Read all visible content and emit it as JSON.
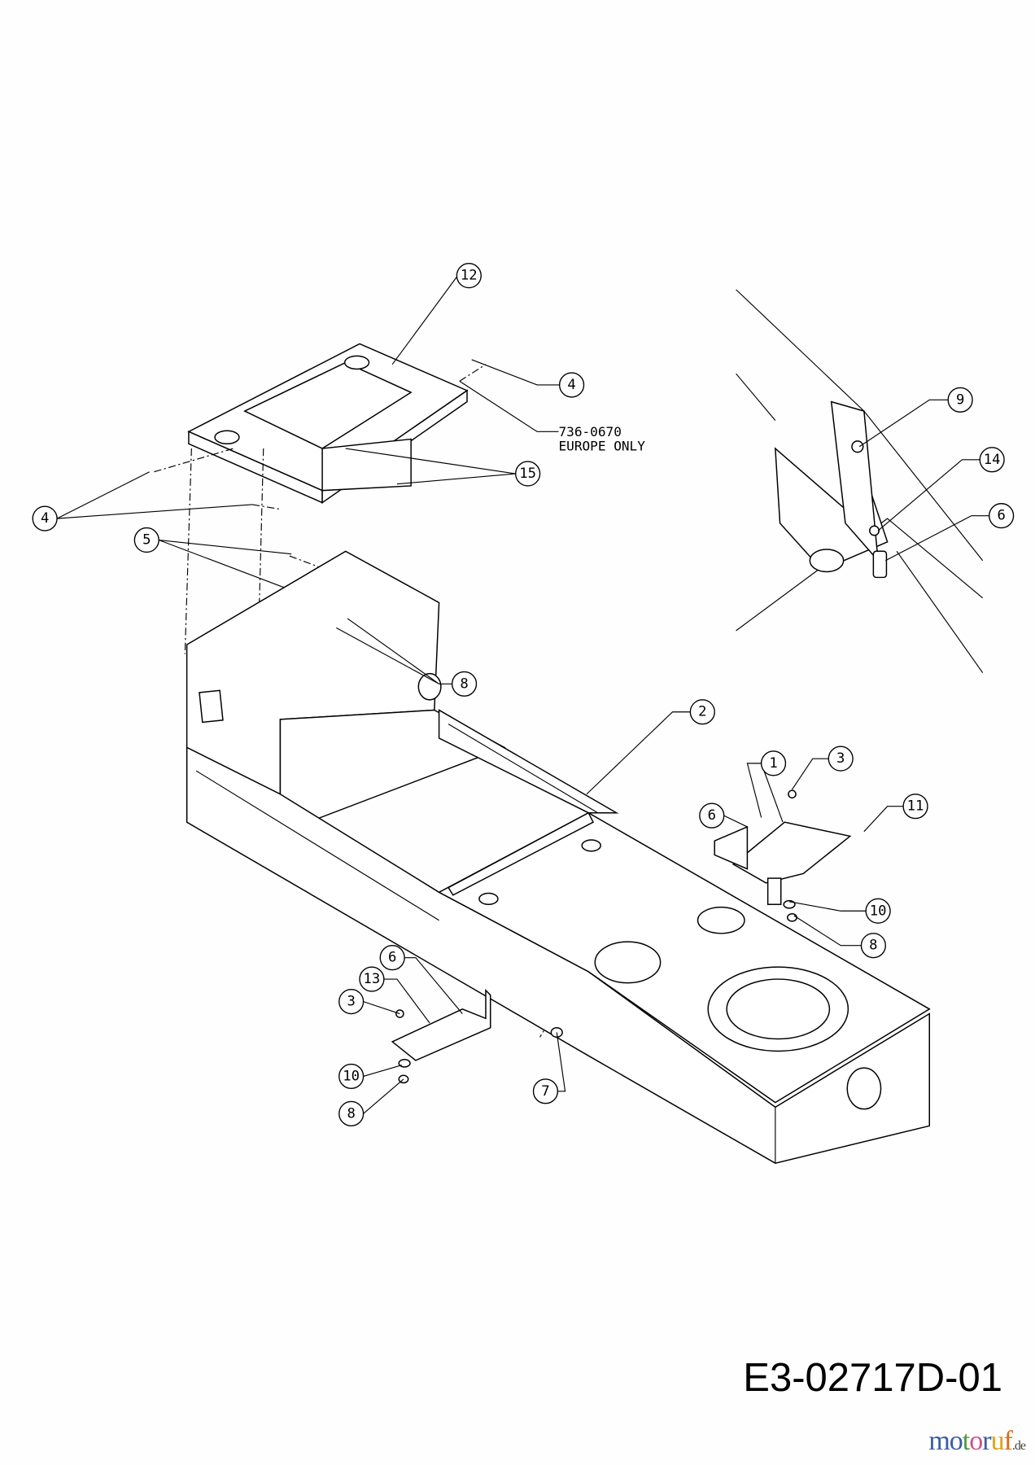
{
  "drawing_number": "E3-02717D-01",
  "watermark": {
    "text": "motoruf",
    "suffix": ".de",
    "colors": [
      "#3a5ba8",
      "#3a5ba8",
      "#4c9a3c",
      "#d64f8c",
      "#3a5ba8",
      "#e0a11b",
      "#e06a1a"
    ]
  },
  "note": {
    "part_number": "736-0670",
    "text": "EUROPE ONLY"
  },
  "callouts": [
    {
      "label": "12"
    },
    {
      "label": "4"
    },
    {
      "label": "15"
    },
    {
      "label": "4"
    },
    {
      "label": "5"
    },
    {
      "label": "8"
    },
    {
      "label": "2"
    },
    {
      "label": "1"
    },
    {
      "label": "3"
    },
    {
      "label": "6"
    },
    {
      "label": "11"
    },
    {
      "label": "10"
    },
    {
      "label": "8"
    },
    {
      "label": "9"
    },
    {
      "label": "14"
    },
    {
      "label": "6"
    },
    {
      "label": "6"
    },
    {
      "label": "13"
    },
    {
      "label": "3"
    },
    {
      "label": "10"
    },
    {
      "label": "8"
    },
    {
      "label": "7"
    }
  ]
}
